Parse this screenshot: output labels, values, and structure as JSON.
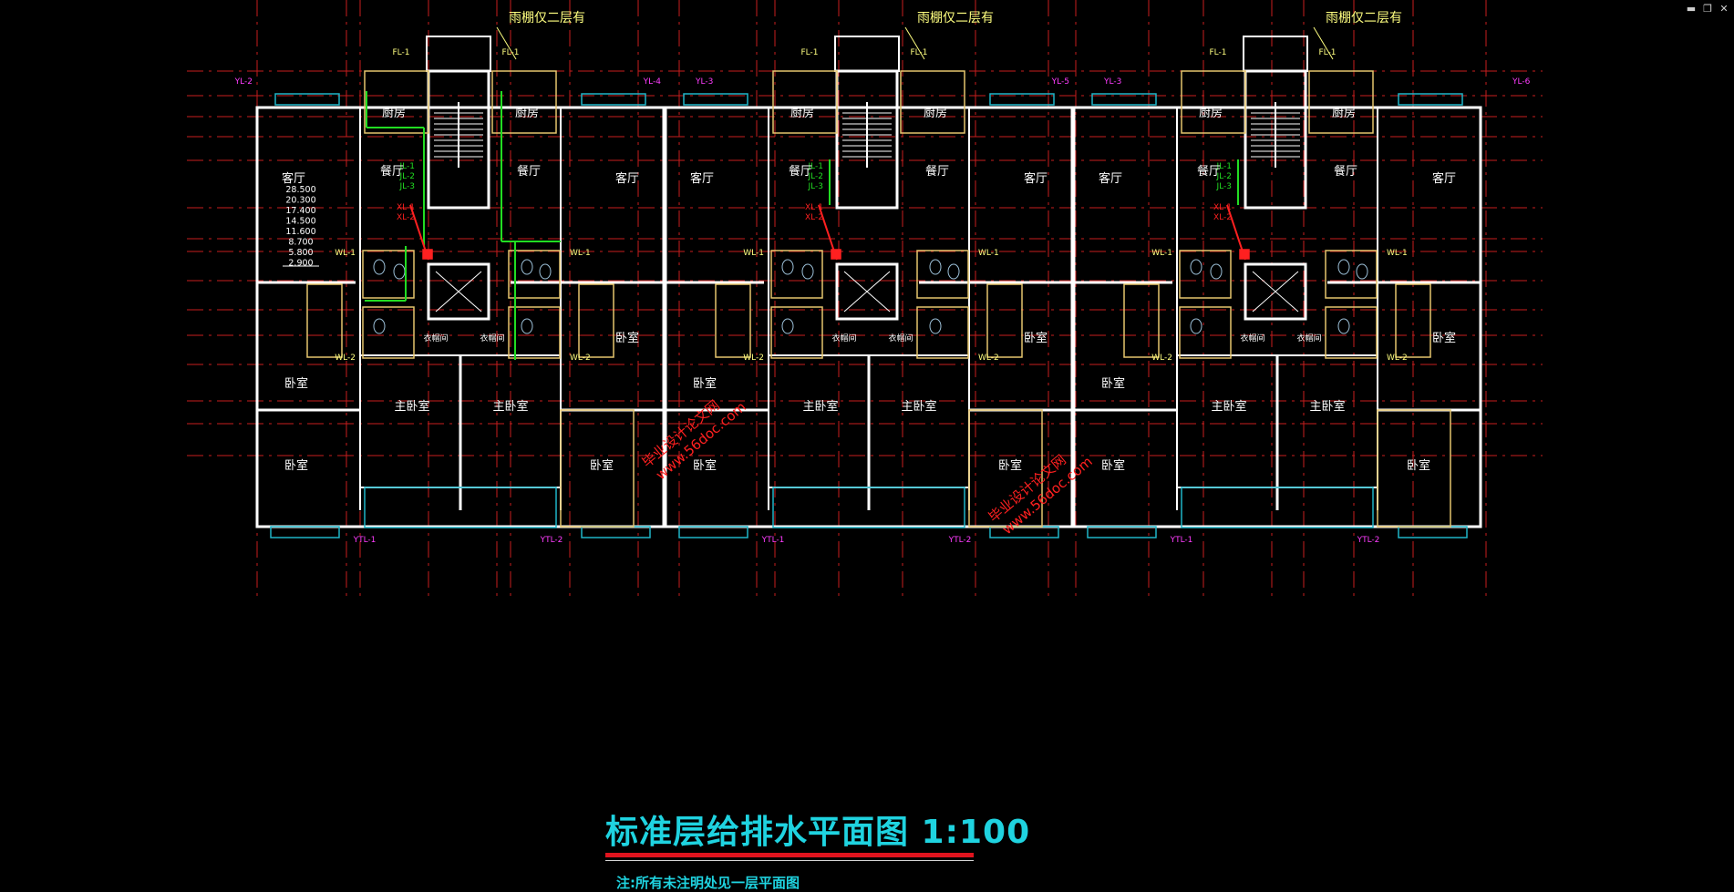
{
  "window_controls": {
    "minimize": "▬",
    "restore": "❐",
    "close": "✕"
  },
  "drawing": {
    "title": "标准层给排水平面图 1:100",
    "note": "注:所有未注明处见一层平面图",
    "canopy_note": "雨棚仅二层有",
    "rooms": {
      "kitchen": "厨房",
      "dining": "餐厅",
      "living": "客厅",
      "bedroom": "卧室",
      "master_bedroom": "主卧室",
      "closet": "衣帽间"
    },
    "elevations": [
      "28.500",
      "20.300",
      "17.400",
      "14.500",
      "11.600",
      "8.700",
      "5.800",
      "2.900"
    ],
    "pipe_tags": [
      "FL-1",
      "YL-2",
      "YL-3",
      "YL-4",
      "YL-5",
      "YL-6",
      "WL-1",
      "WL-2",
      "YTL-1",
      "YTL-2",
      "JL-1",
      "JL-2",
      "JL-3",
      "XL-1",
      "XL-2"
    ],
    "watermark_site": "www.56doc.com",
    "watermark_cn": "毕业设计论文网"
  },
  "colors": {
    "background": "#000000",
    "wall": "#ffffff",
    "grid_axis": "#c81e1e",
    "window": "#1fb6c8",
    "room_outline": "#e6c66e",
    "fixture": "#9cc0d8",
    "supply_pipe": "#22dd22",
    "fire_pipe": "#ff2020",
    "tag": "#ff3cff",
    "label_yellow": "#ffff80",
    "title": "#1fd3e0",
    "title_underline": "#e0141e"
  }
}
